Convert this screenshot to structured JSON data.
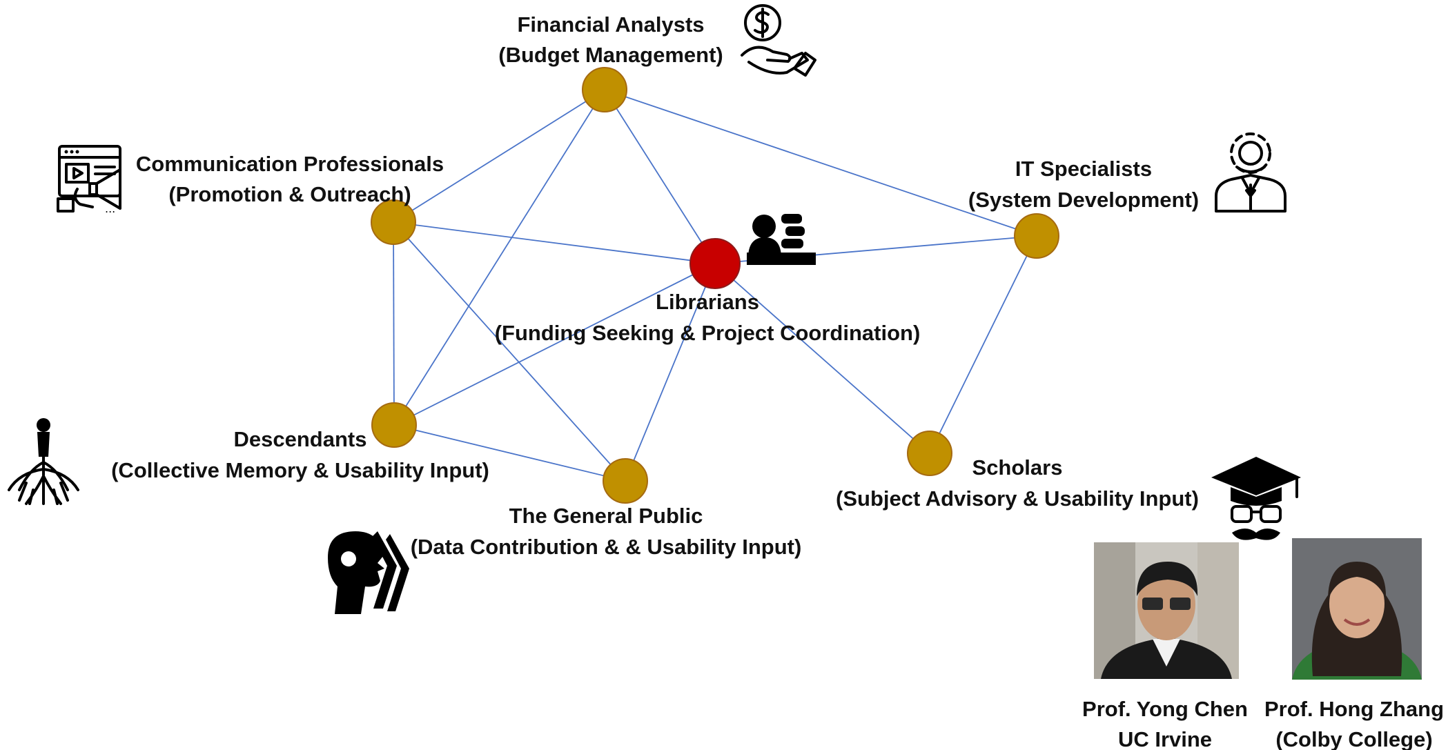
{
  "diagram": {
    "nodes": {
      "financial": {
        "title": "Financial Analysts",
        "subtitle": "(Budget Management)",
        "icon": "money-hand-icon"
      },
      "communication": {
        "title": "Communication Professionals",
        "subtitle": "(Promotion & Outreach)",
        "icon": "media-promotion-icon"
      },
      "it": {
        "title": "IT Specialists",
        "subtitle": "(System Development)",
        "icon": "tech-person-gear-icon"
      },
      "librarians": {
        "title": "Librarians",
        "subtitle": "(Funding Seeking & Project Coordination)",
        "icon": "librarian-books-icon"
      },
      "descendants": {
        "title": "Descendants",
        "subtitle": "(Collective Memory & Usability Input)",
        "icon": "person-roots-icon"
      },
      "public": {
        "title": "The General Public",
        "subtitle": "(Data Contribution & & Usability Input)",
        "icon": "public-heads-icon"
      },
      "scholars": {
        "title": "Scholars",
        "subtitle": "(Subject Advisory & Usability Input)",
        "icon": "scholar-cap-icon"
      }
    },
    "edges": [
      [
        "financial",
        "communication"
      ],
      [
        "financial",
        "descendants"
      ],
      [
        "financial",
        "librarians"
      ],
      [
        "financial",
        "it"
      ],
      [
        "communication",
        "librarians"
      ],
      [
        "communication",
        "descendants"
      ],
      [
        "communication",
        "public"
      ],
      [
        "librarians",
        "it"
      ],
      [
        "librarians",
        "descendants"
      ],
      [
        "librarians",
        "public"
      ],
      [
        "librarians",
        "scholars"
      ],
      [
        "descendants",
        "public"
      ],
      [
        "it",
        "scholars"
      ]
    ],
    "colors": {
      "node_fill": "#c09000",
      "center_fill": "#c80000",
      "edge": "#4a74c9"
    }
  },
  "people": [
    {
      "name": "Prof. Yong Chen",
      "affiliation": "UC Irvine"
    },
    {
      "name": "Prof. Hong Zhang",
      "affiliation": "(Colby College)"
    }
  ]
}
